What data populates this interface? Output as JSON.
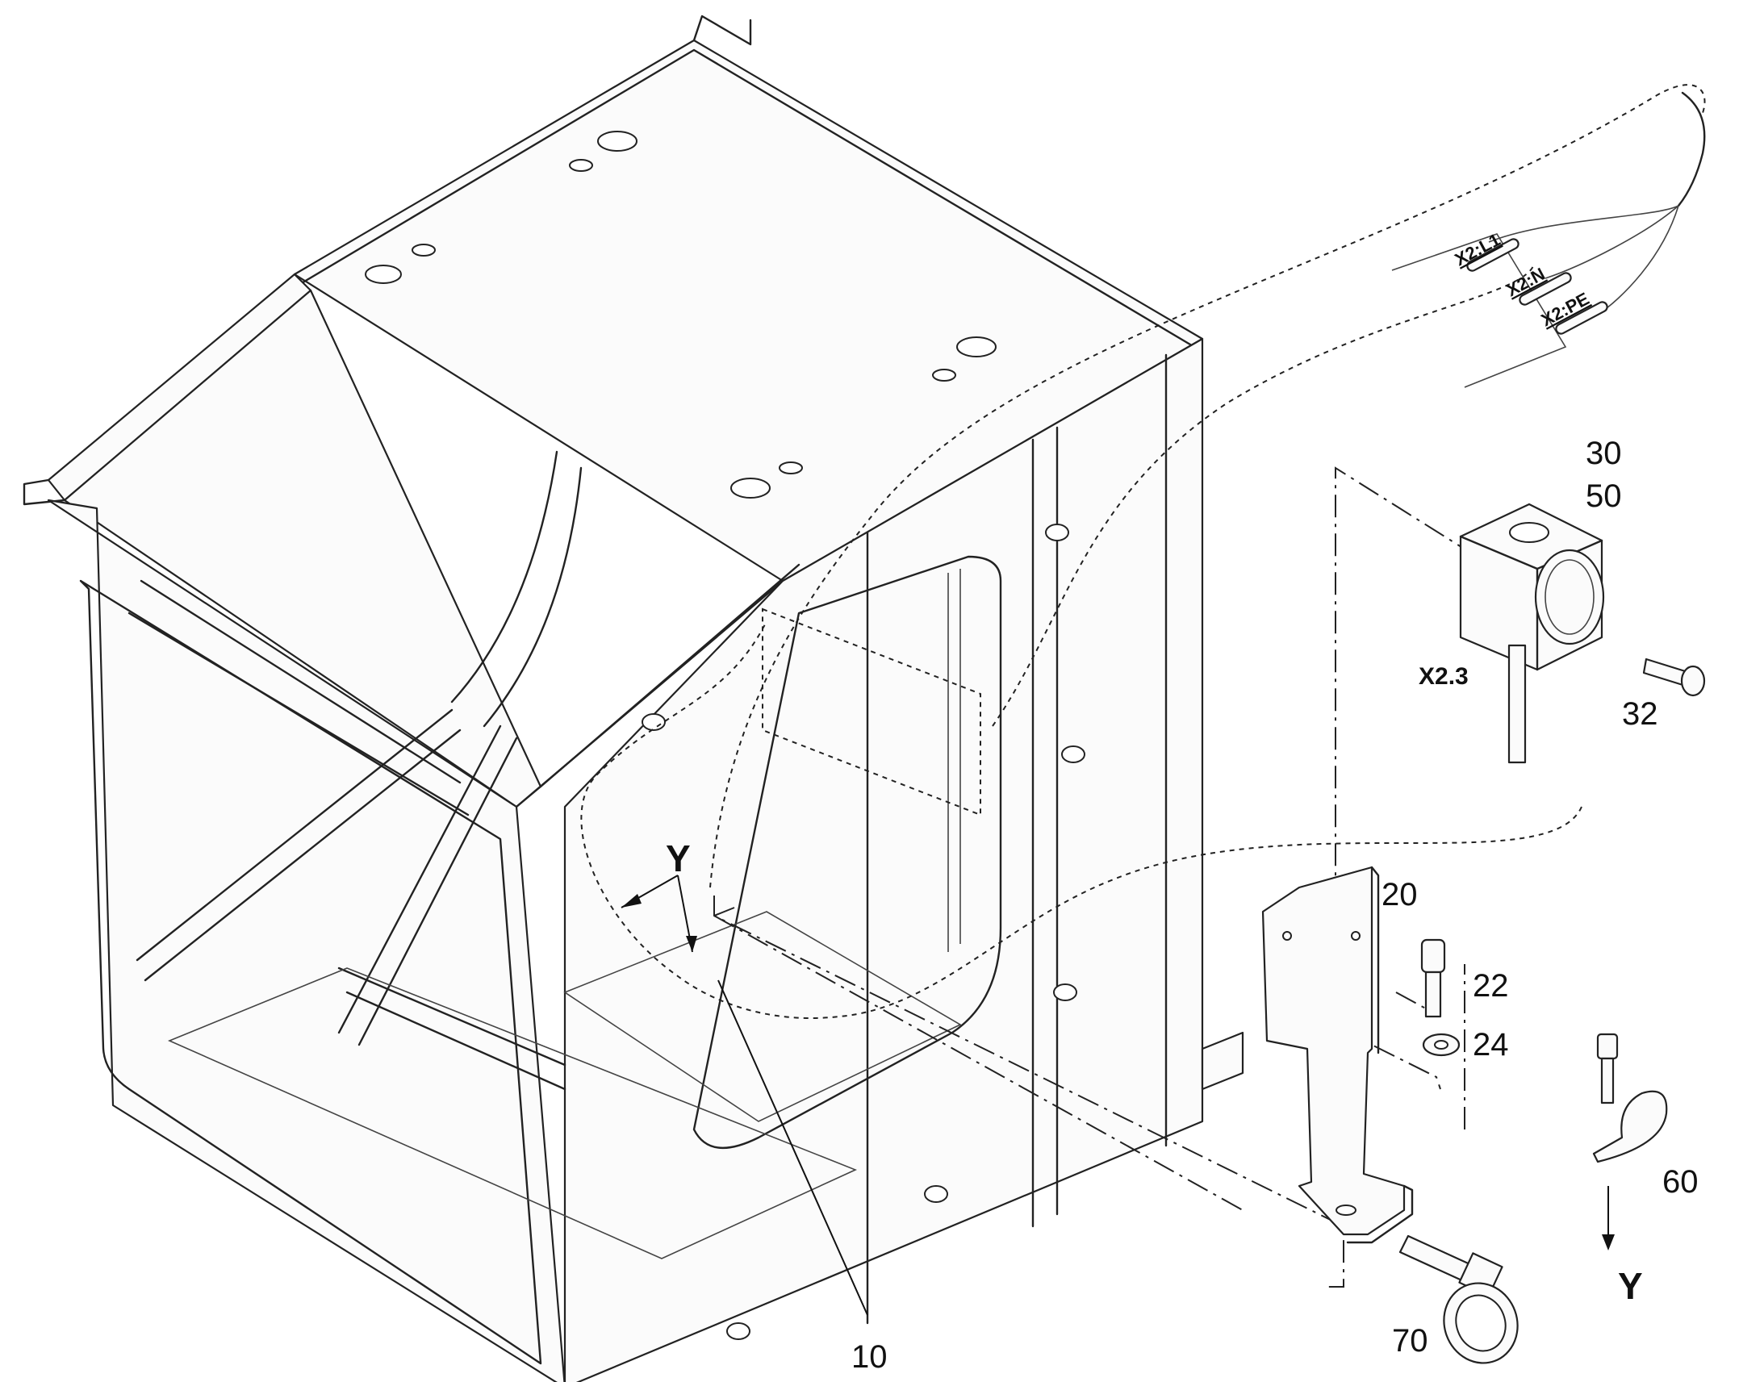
{
  "diagram": {
    "callouts": {
      "c10": "10",
      "c20": "20",
      "c22": "22",
      "c24": "24",
      "c30": "30",
      "c32": "32",
      "c50": "50",
      "c60": "60",
      "c70": "70"
    },
    "wire_labels": {
      "l1": "X2:L1",
      "n": "X2:N",
      "pe": "X2:PE"
    },
    "connector_tag": "X2.3",
    "view_markers": {
      "y_top": "Y",
      "y_bottom": "Y"
    }
  }
}
